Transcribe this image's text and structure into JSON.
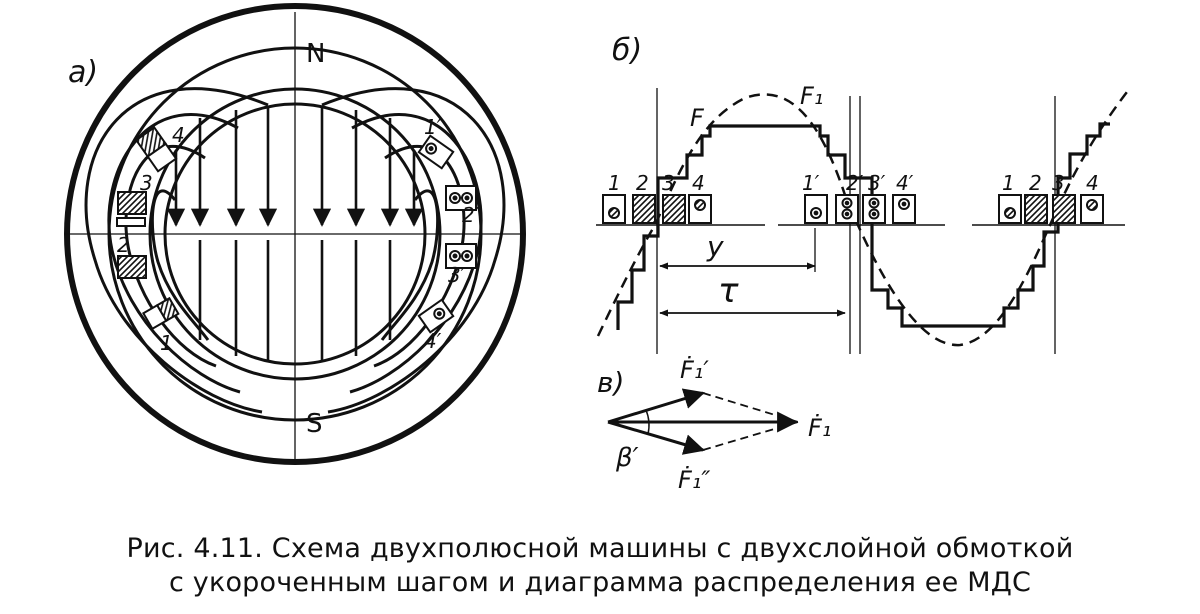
{
  "panels": {
    "a": "а)",
    "b": "б)",
    "v": "в)"
  },
  "poles": {
    "north": "N",
    "south": "S"
  },
  "stator_coils": {
    "left": [
      "4",
      "3",
      "2",
      "1"
    ],
    "right": [
      "1′",
      "2′",
      "3′",
      "4′"
    ]
  },
  "mmf_diagram": {
    "curve_labels": [
      "F",
      "F₁"
    ],
    "slots_group1": [
      "1",
      "2",
      "3",
      "4"
    ],
    "slots_group2": [
      "1′",
      "2′",
      "3′",
      "4′"
    ],
    "slots_group3": [
      "1",
      "2",
      "3",
      "4"
    ],
    "pitch_label": "y",
    "pole_pitch_label": "τ"
  },
  "vector_diagram": {
    "vec_upper": "Ḟ₁′",
    "vec_lower": "Ḟ₁″",
    "vec_result": "Ḟ₁",
    "angle": "β′"
  },
  "caption": {
    "line1": "Рис. 4.11. Схема  двухполюсной машины с двухслойной обмоткой",
    "line2": "с укороченным шагом и диаграмма распределения ее МДС"
  }
}
